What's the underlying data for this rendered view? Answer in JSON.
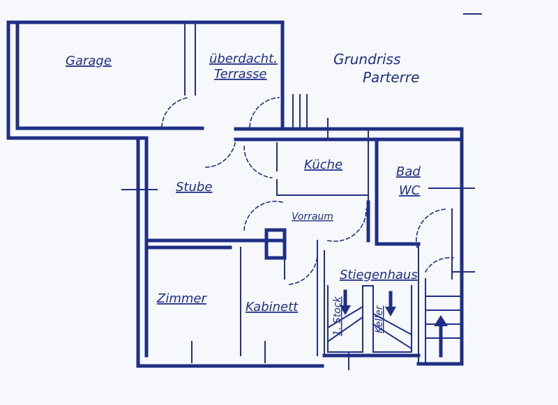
{
  "title": {
    "line1": "Grundriss",
    "line2": "Parterre"
  },
  "rooms": {
    "garage": "Garage",
    "terrace_line1": "überdacht.",
    "terrace_line2": "Terrasse",
    "kitchen": "Küche",
    "bath_line1": "Bad",
    "bath_line2": "WC",
    "living": "Stube",
    "hall": "Vorraum",
    "stairs": "Stiegenhaus",
    "room": "Zimmer",
    "cabinet": "Kabinett",
    "upstairs": "1. Stock",
    "cellar": "Keller"
  },
  "colors": {
    "ink": "#1f2f86",
    "paper": "#f7f8fb"
  }
}
